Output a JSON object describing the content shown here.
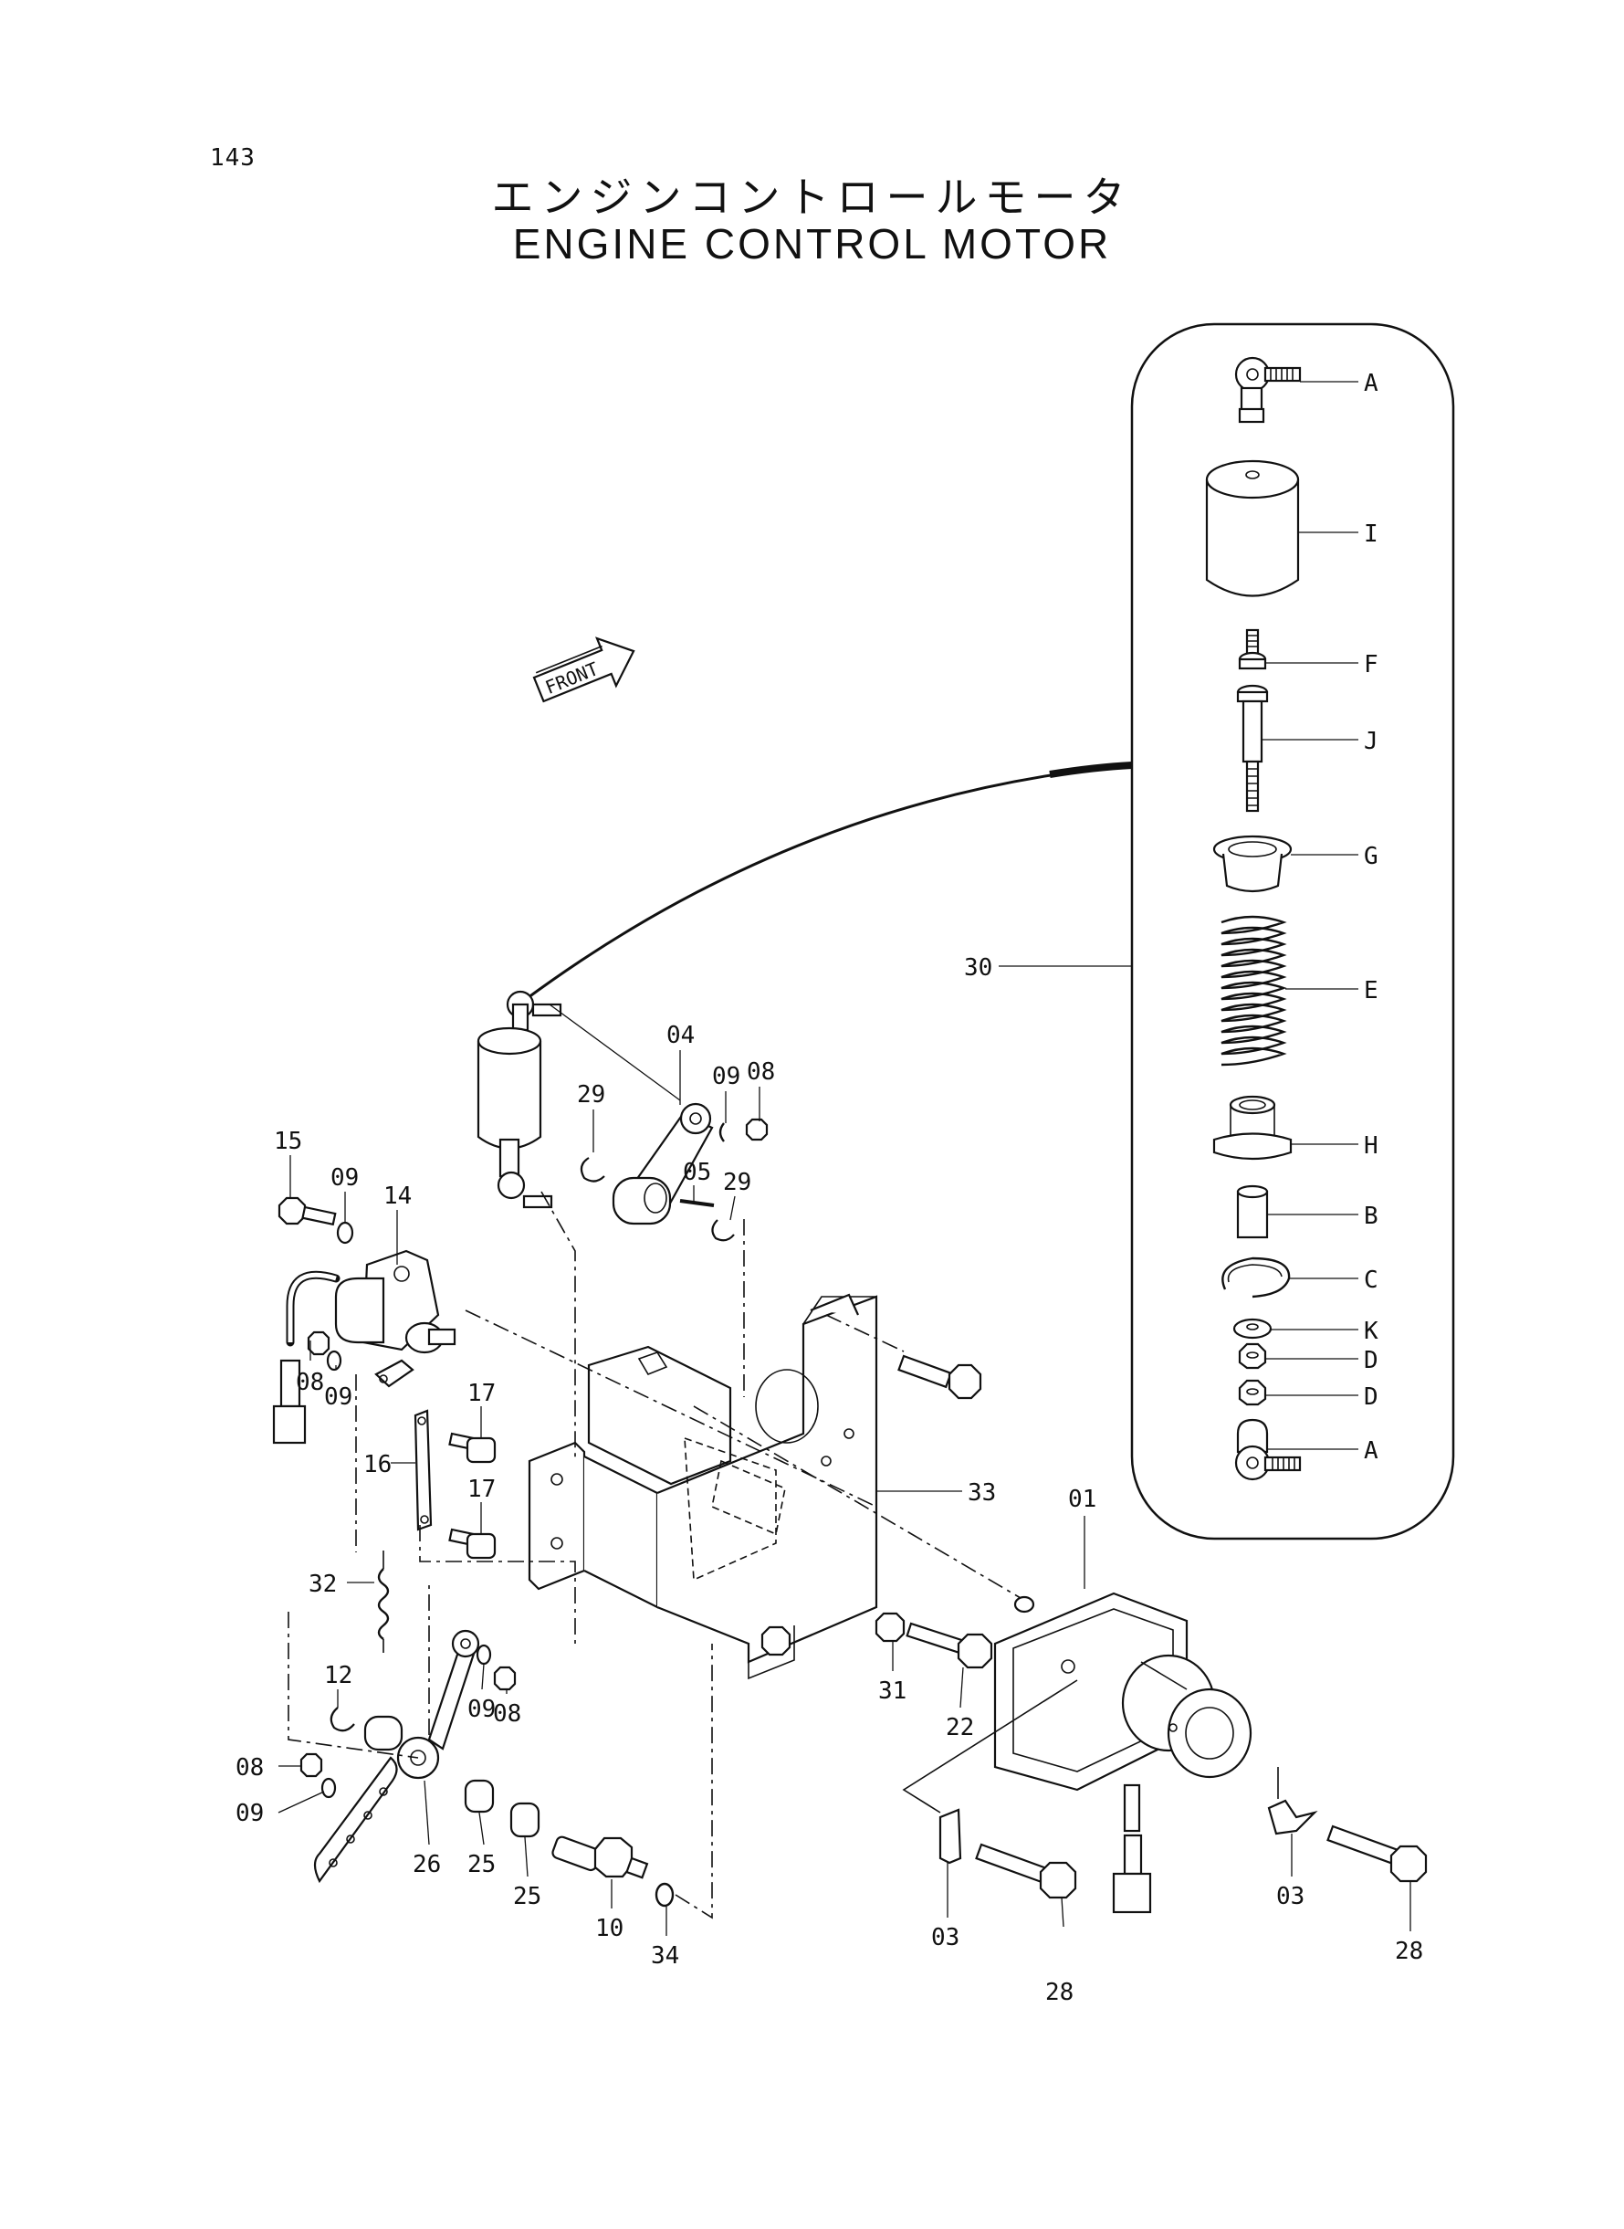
{
  "page": {
    "number": "143",
    "title_jp": "エンジンコントロールモータ",
    "title_en": "ENGINE CONTROL MOTOR",
    "front_arrow": "FRONT"
  },
  "inset_labels": {
    "A_top": "A",
    "I": "I",
    "F": "F",
    "J": "J",
    "G": "G",
    "E": "E",
    "H": "H",
    "B": "B",
    "C": "C",
    "K": "K",
    "D1": "D",
    "D2": "D",
    "A_bottom": "A",
    "p30": "30"
  },
  "callouts": {
    "p01": "01",
    "p03a": "03",
    "p03b": "03",
    "p04": "04",
    "p05": "05",
    "p08a": "08",
    "p08b": "08",
    "p08c": "08",
    "p08d": "08",
    "p09a": "09",
    "p09b": "09",
    "p09c": "09",
    "p09d": "09",
    "p09e": "09",
    "p10": "10",
    "p12": "12",
    "p14": "14",
    "p15": "15",
    "p16": "16",
    "p17a": "17",
    "p17b": "17",
    "p22": "22",
    "p25a": "25",
    "p25b": "25",
    "p26": "26",
    "p28a": "28",
    "p28b": "28",
    "p29a": "29",
    "p29b": "29",
    "p31": "31",
    "p32": "32",
    "p33": "33",
    "p34": "34"
  }
}
